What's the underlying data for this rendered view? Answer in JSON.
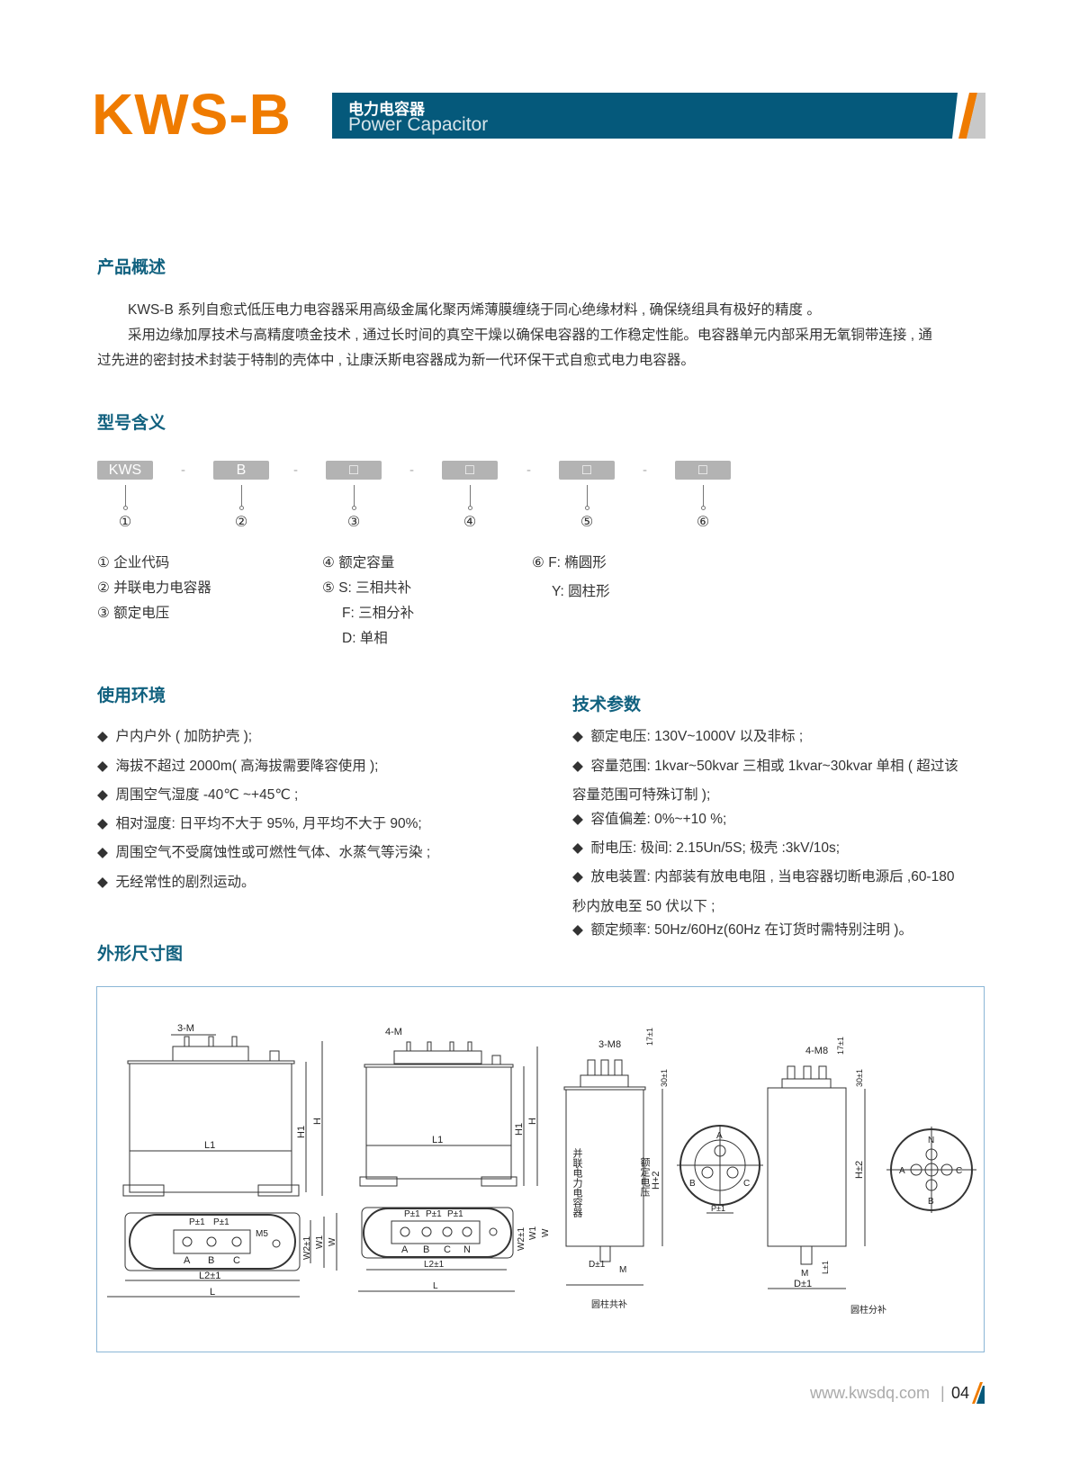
{
  "header": {
    "model": "KWS-B",
    "title_cn": "电力电容器",
    "title_en": "Power Capacitor",
    "accent": "#ef7b00",
    "banner_color": "#05597b"
  },
  "overview": {
    "heading": "产品概述",
    "lines": [
      "KWS-B 系列自愈式低压电力电容器采用高级金属化聚丙烯薄膜缠绕于同心绝缘材料 , 确保绕组具有极好的精度 。",
      "采用边缘加厚技术与高精度喷金技术 , 通过长时间的真空干燥以确保电容器的工作稳定性能。电容器单元内部采用无氧铜带连接 , 通",
      "过先进的密封技术封装于特制的壳体中 , 让康沃斯电容器成为新一代环保干式自愈式电力电容器。"
    ]
  },
  "model_meaning": {
    "heading": "型号含义",
    "codes": [
      "KWS",
      "B",
      "□",
      "□",
      "□",
      "□"
    ],
    "separator": "-",
    "numbers": [
      "①",
      "②",
      "③",
      "④",
      "⑤",
      "⑥"
    ],
    "legend_col1": [
      "① 企业代码",
      "② 并联电力电容器",
      "③ 额定电压"
    ],
    "legend_col2": [
      "④ 额定容量",
      "⑤ S:  三相共补",
      "F:  三相分补",
      "D:  单相"
    ],
    "legend_col3": [
      "⑥ F:  椭圆形",
      "Y:  圆柱形"
    ]
  },
  "environment": {
    "heading": "使用环境",
    "bullet": "◆",
    "items": [
      "户内户外 ( 加防护壳 );",
      "海拔不超过 2000m( 高海拔需要降容使用 );",
      "周围空气湿度 -40℃ ~+45℃ ;",
      "相对湿度:  日平均不大于 95%, 月平均不大于 90%;",
      "周围空气不受腐蚀性或可燃性气体、水蒸气等污染 ;",
      "无经常性的剧烈运动。"
    ]
  },
  "tech": {
    "heading": "技术参数",
    "bullet": "◆",
    "lines": [
      {
        "b": true,
        "text": "额定电压:  130V~1000V 以及非标 ;"
      },
      {
        "b": true,
        "text": "容量范围:  1kvar~50kvar 三相或 1kvar~30kvar 单相 ( 超过该"
      },
      {
        "b": false,
        "text": "容量范围可特殊订制 );"
      },
      {
        "b": true,
        "text": "容值偏差:  0%~+10 %;"
      },
      {
        "b": true,
        "text": "耐电压:  极间:  2.15Un/5S; 极壳 :3kV/10s;"
      },
      {
        "b": true,
        "text": "放电装置:  内部装有放电电阻 , 当电容器切断电源后 ,60-180"
      },
      {
        "b": false,
        "text": "秒内放电至 50 伏以下 ;"
      },
      {
        "b": true,
        "text": "额定频率:  50Hz/60Hz(60Hz 在订货时需特别注明 )。"
      }
    ]
  },
  "drawing": {
    "heading": "外形尺寸图",
    "labels": {
      "m3": "3-M",
      "m4": "4-M",
      "l1": "L1",
      "h1": "H1",
      "h": "H",
      "p1": "P±1",
      "m5": "M5",
      "w2": "W2±1",
      "w1": "W1",
      "w": "W",
      "l2": "L2±1",
      "l": "L",
      "a": "A",
      "b": "B",
      "c": "C",
      "n": "N",
      "m8_3": "3-M8",
      "m8_4": "4-M8",
      "d17": "17±1",
      "d30": "30±1",
      "body_text": "并联电力电容器",
      "rated_v": "额定电压",
      "h2": "H+2",
      "hpm2": "H±2",
      "d1": "D±1",
      "m": "M",
      "lpm1": "L±1",
      "cap3": "圆柱共补",
      "cap4": "圆柱分补"
    }
  },
  "footer": {
    "url": "www.kwsdq.com",
    "separator": "|",
    "page": "04"
  }
}
